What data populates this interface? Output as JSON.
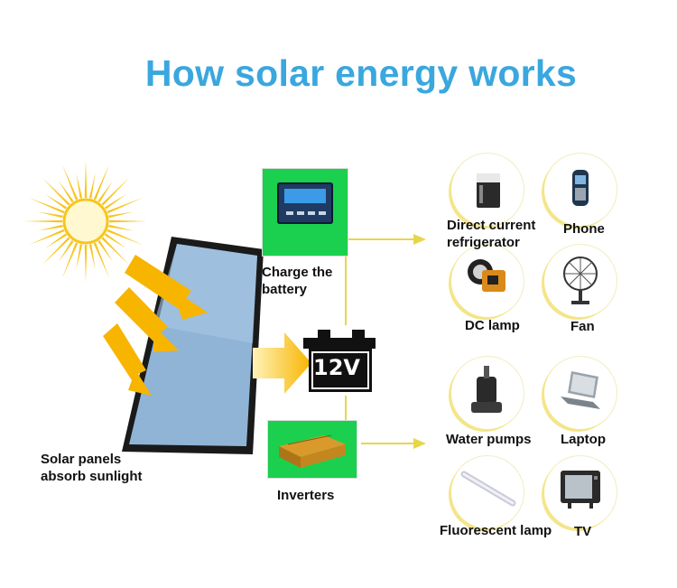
{
  "title": "How solar energy works",
  "labels": {
    "solar_panels": "Solar panels\nabsorb sunlight",
    "charge": "Charge the\nbattery",
    "battery_voltage": "12V",
    "inverters": "Inverters"
  },
  "dc_devices": [
    {
      "label": "Direct current\nrefrigerator",
      "icon": "refrigerator-icon"
    },
    {
      "label": "Phone",
      "icon": "phone-icon"
    },
    {
      "label": "DC lamp",
      "icon": "dc-lamp-icon"
    },
    {
      "label": "Fan",
      "icon": "fan-icon"
    }
  ],
  "ac_devices": [
    {
      "label": "Water pumps",
      "icon": "water-pump-icon"
    },
    {
      "label": "Laptop",
      "icon": "laptop-icon"
    },
    {
      "label": "Fluorescent lamp",
      "icon": "fluorescent-lamp-icon"
    },
    {
      "label": "TV",
      "icon": "tv-icon"
    }
  ],
  "colors": {
    "title": "#3aa7de",
    "sun": "#f7c51c",
    "arrow": "#f7b500",
    "controller_bg": "#1ad04e",
    "flow_line": "#e8d64a",
    "panel_glass": "#8fb4d6"
  }
}
